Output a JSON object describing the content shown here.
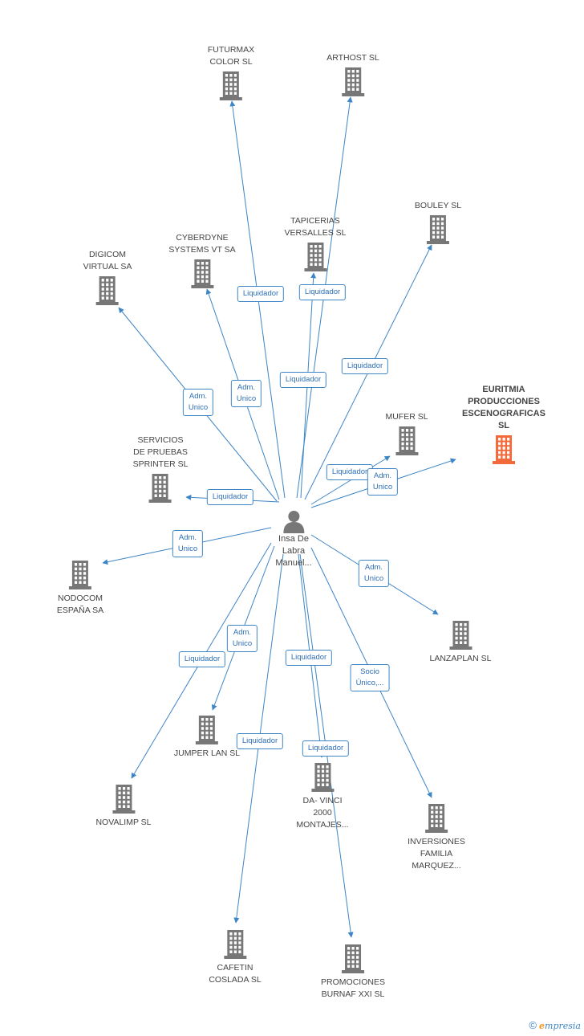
{
  "center": {
    "name": "Insa De\nLabra\nManuel..."
  },
  "colors": {
    "edge": "#3d85c6",
    "building": "#777777",
    "highlight": "#f26a3b"
  },
  "nodes": [
    {
      "id": "futurmax",
      "label": "FUTURMAX\nCOLOR SL"
    },
    {
      "id": "arthost",
      "label": "ARTHOST SL"
    },
    {
      "id": "bouley",
      "label": "BOULEY SL"
    },
    {
      "id": "tapicerias",
      "label": "TAPICERIAS\nVERSALLES SL"
    },
    {
      "id": "cyberdyne",
      "label": "CYBERDYNE\nSYSTEMS VT SA"
    },
    {
      "id": "digicom",
      "label": "DIGICOM\nVIRTUAL SA"
    },
    {
      "id": "euritmia",
      "label": "EURITMIA\nPRODUCCIONES\nESCENOGRAFICAS SL",
      "highlight": true
    },
    {
      "id": "mufer",
      "label": "MUFER SL"
    },
    {
      "id": "servicios",
      "label": "SERVICIOS\nDE PRUEBAS\nSPRINTER  SL"
    },
    {
      "id": "nodocom",
      "label": "NODOCOM\nESPAÑA SA"
    },
    {
      "id": "lanzaplan",
      "label": "LANZAPLAN SL"
    },
    {
      "id": "jumper",
      "label": "JUMPER LAN SL"
    },
    {
      "id": "davinci",
      "label": "DA- VINCI\n2000\nMONTAJES..."
    },
    {
      "id": "novalimp",
      "label": "NOVALIMP SL"
    },
    {
      "id": "inversiones",
      "label": "INVERSIONES\nFAMILIA\nMARQUEZ..."
    },
    {
      "id": "cafetin",
      "label": "CAFETIN\nCOSLADA SL"
    },
    {
      "id": "promociones",
      "label": "PROMOCIONES\nBURNAF XXI SL"
    }
  ],
  "edges": [
    {
      "to": "futurmax",
      "label": "Liquidador"
    },
    {
      "to": "arthost",
      "label": "Liquidador"
    },
    {
      "to": "tapicerias",
      "label": "Liquidador"
    },
    {
      "to": "bouley",
      "label": "Liquidador"
    },
    {
      "to": "cyberdyne",
      "label": "Adm.\nUnico"
    },
    {
      "to": "digicom",
      "label": "Adm.\nUnico"
    },
    {
      "to": "mufer",
      "label": "Liquidador"
    },
    {
      "to": "euritmia",
      "label": "Adm.\nUnico"
    },
    {
      "to": "servicios",
      "label": "Liquidador"
    },
    {
      "to": "nodocom",
      "label": "Adm.\nUnico"
    },
    {
      "to": "lanzaplan",
      "label": "Adm.\nUnico"
    },
    {
      "to": "jumper",
      "label": "Adm.\nUnico"
    },
    {
      "to": "novalimp",
      "label": "Liquidador"
    },
    {
      "to": "davinci",
      "label": "Liquidador"
    },
    {
      "to": "promociones",
      "label": "Liquidador"
    },
    {
      "to": "inversiones",
      "label": "Socio\nÚnico,..."
    },
    {
      "to": "cafetin",
      "label": "Liquidador"
    }
  ],
  "footer": {
    "copyright": "©",
    "brand_e": "e",
    "brand_rest": "mpresia"
  }
}
